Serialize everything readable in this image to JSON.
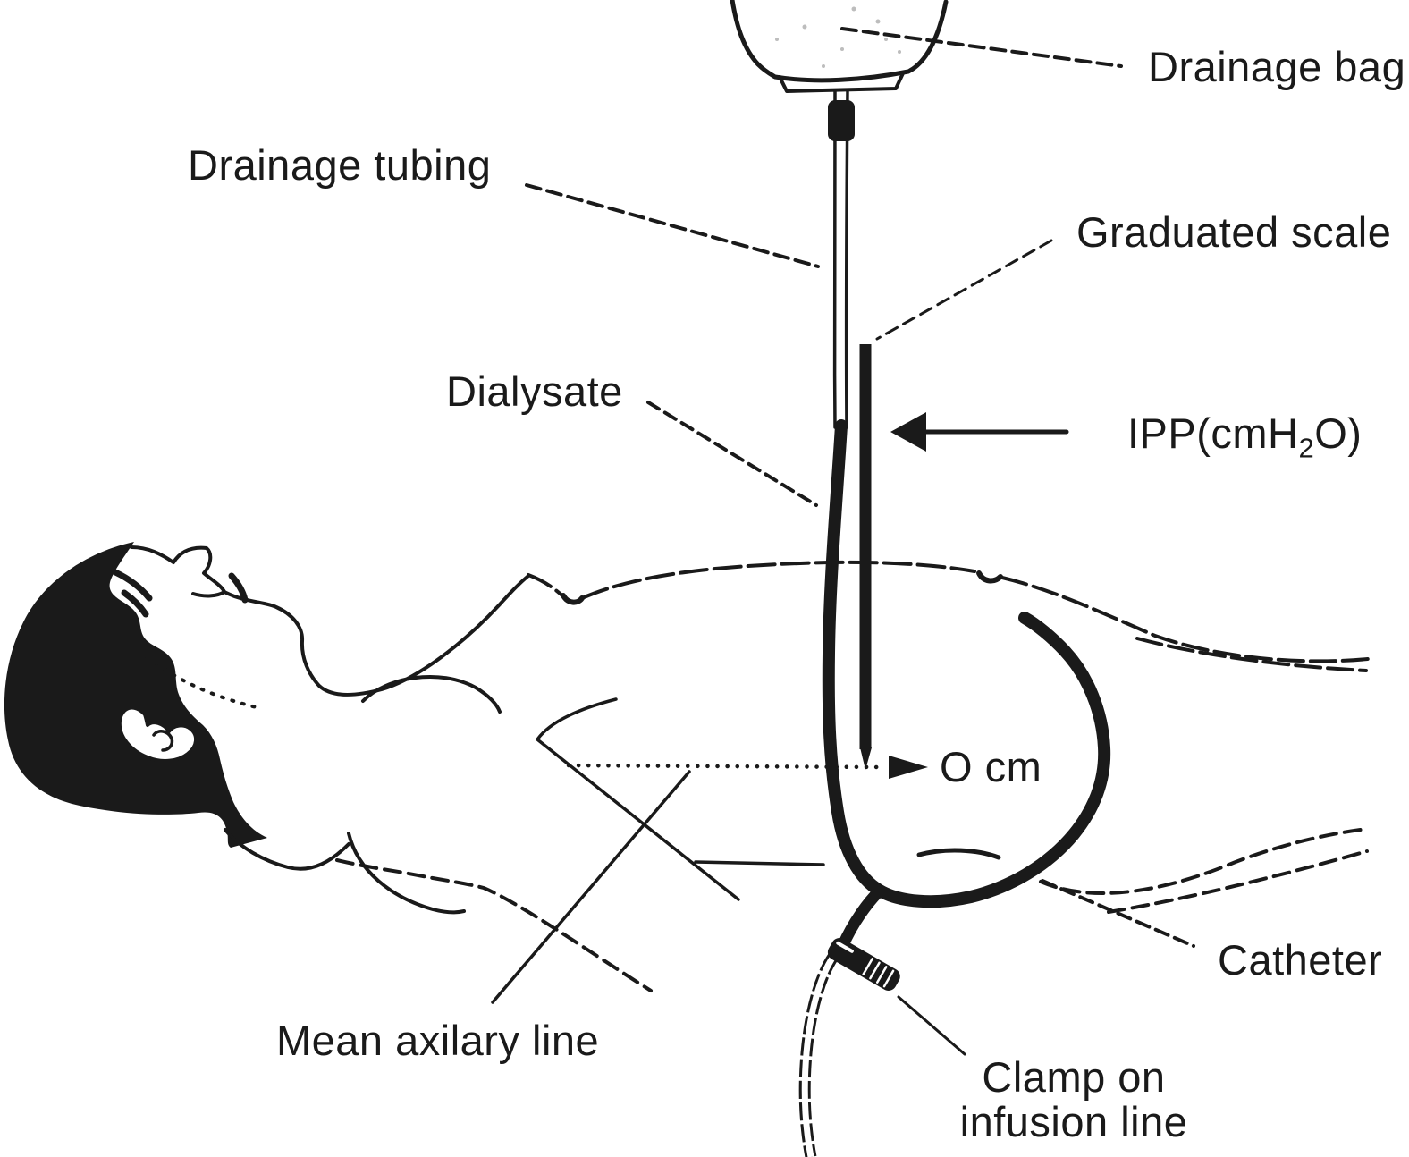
{
  "figure": {
    "title": "Intraperitoneal pressure measurement diagram",
    "colors": {
      "ink": "#1a1a1a",
      "paper": "#ffffff"
    },
    "labels": {
      "drainage_bag": "Drainage bag",
      "drainage_tubing": "Drainage tubing",
      "graduated_scale": "Graduated scale",
      "dialysate": "Dialysate",
      "ipp_prefix": "IPP(cmH",
      "ipp_sub": "2",
      "ipp_suffix": "O)",
      "zero_mark": "O cm",
      "mean_axillary_line": "Mean axilary line",
      "catheter": "Catheter",
      "clamp_line1": "Clamp on",
      "clamp_line2": "infusion line"
    }
  }
}
